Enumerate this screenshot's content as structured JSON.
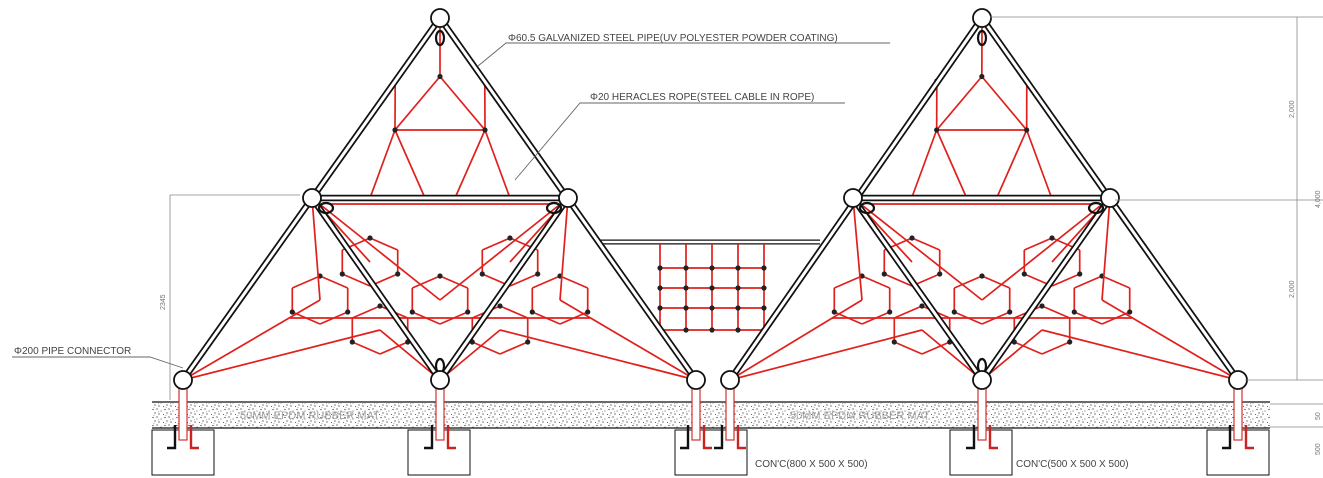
{
  "labels": {
    "pipe": "Φ60.5 GALVANIZED STEEL PIPE(UV POLYESTER POWDER COATING)",
    "rope": "Φ20 HERACLES ROPE(STEEL CABLE IN ROPE)",
    "connector": "Φ200 PIPE CONNECTOR",
    "mat_left": "50MM EPDM RUBBER MAT",
    "mat_right": "50MM EPDM RUBBER MAT",
    "footing_large": "CON'C(800 X 500 X 500)",
    "footing_small": "CON'C(500 X 500 X 500)"
  },
  "dimensions": {
    "overall_height": "4,000",
    "upper_height": "2,000",
    "lower_height": "2,000",
    "frame_height": "2345",
    "mat_thickness": "50",
    "footing_depth": "500"
  },
  "colors": {
    "frame": "#111111",
    "rope": "#e0201c",
    "leader": "#666666",
    "dimension": "#888888"
  }
}
